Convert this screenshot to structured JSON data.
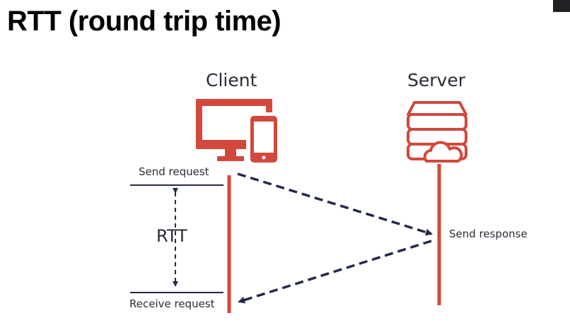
{
  "title": "RTT (round trip time)",
  "diagram": {
    "client_label": "Client",
    "server_label": "Server",
    "send_request": "Send request",
    "send_response": "Send response",
    "receive_request": "Receive request",
    "rtt_label": "RTT"
  },
  "colors": {
    "accent": "#d2483c",
    "ink": "#2b2b35",
    "arrow": "#232a48"
  },
  "icons": [
    "computer-monitor-icon",
    "smartphone-icon",
    "server-cloud-icon"
  ]
}
